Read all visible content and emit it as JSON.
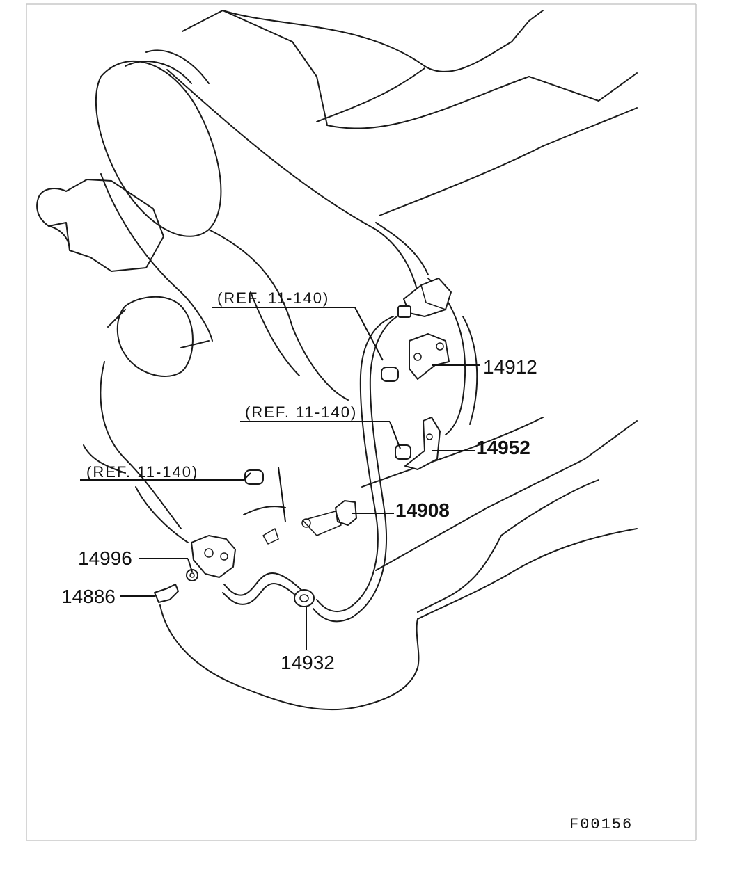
{
  "diagram": {
    "figure_code": "F00156",
    "references": [
      {
        "id": "ref-1",
        "text": "(REF. 11-140)"
      },
      {
        "id": "ref-2",
        "text": "(REF. 11-140)"
      },
      {
        "id": "ref-3",
        "text": "(REF. 11-140)"
      }
    ],
    "part_numbers": {
      "p14912": "14912",
      "p14952": "14952",
      "p14908": "14908",
      "p14996": "14996",
      "p14886": "14886",
      "p14932": "14932"
    }
  }
}
